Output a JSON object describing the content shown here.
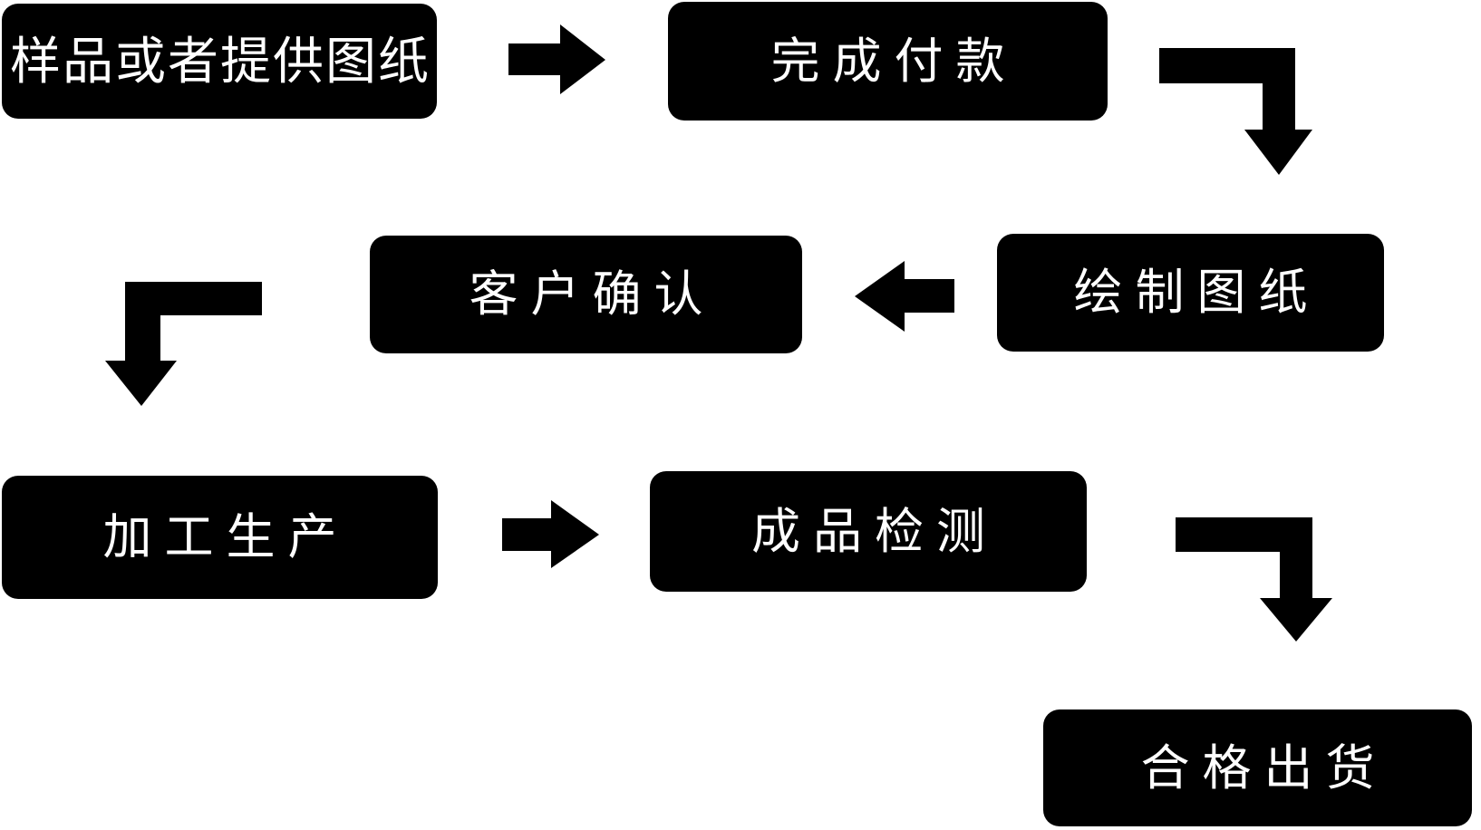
{
  "flowchart": {
    "background_color": "#ffffff",
    "node_fill_color": "#000000",
    "node_text_color": "#ffffff",
    "arrow_color": "#000000",
    "nodes": [
      {
        "id": "sample",
        "label": "样品或者提供图纸"
      },
      {
        "id": "payment",
        "label": "完成付款"
      },
      {
        "id": "confirm",
        "label": "客户确认"
      },
      {
        "id": "drawing",
        "label": "绘制图纸"
      },
      {
        "id": "production",
        "label": "加工生产"
      },
      {
        "id": "inspection",
        "label": "成品检测"
      },
      {
        "id": "shipping",
        "label": "合格出货"
      }
    ],
    "arrows": [
      {
        "name": "arrow-right",
        "from": "sample",
        "to": "payment"
      },
      {
        "name": "arrow-elbow-right-down",
        "from": "payment",
        "to": "drawing"
      },
      {
        "name": "arrow-left",
        "from": "drawing",
        "to": "confirm"
      },
      {
        "name": "arrow-elbow-left-down",
        "from": "confirm",
        "to": "production"
      },
      {
        "name": "arrow-right",
        "from": "production",
        "to": "inspection"
      },
      {
        "name": "arrow-elbow-right-down",
        "from": "inspection",
        "to": "shipping"
      }
    ]
  }
}
